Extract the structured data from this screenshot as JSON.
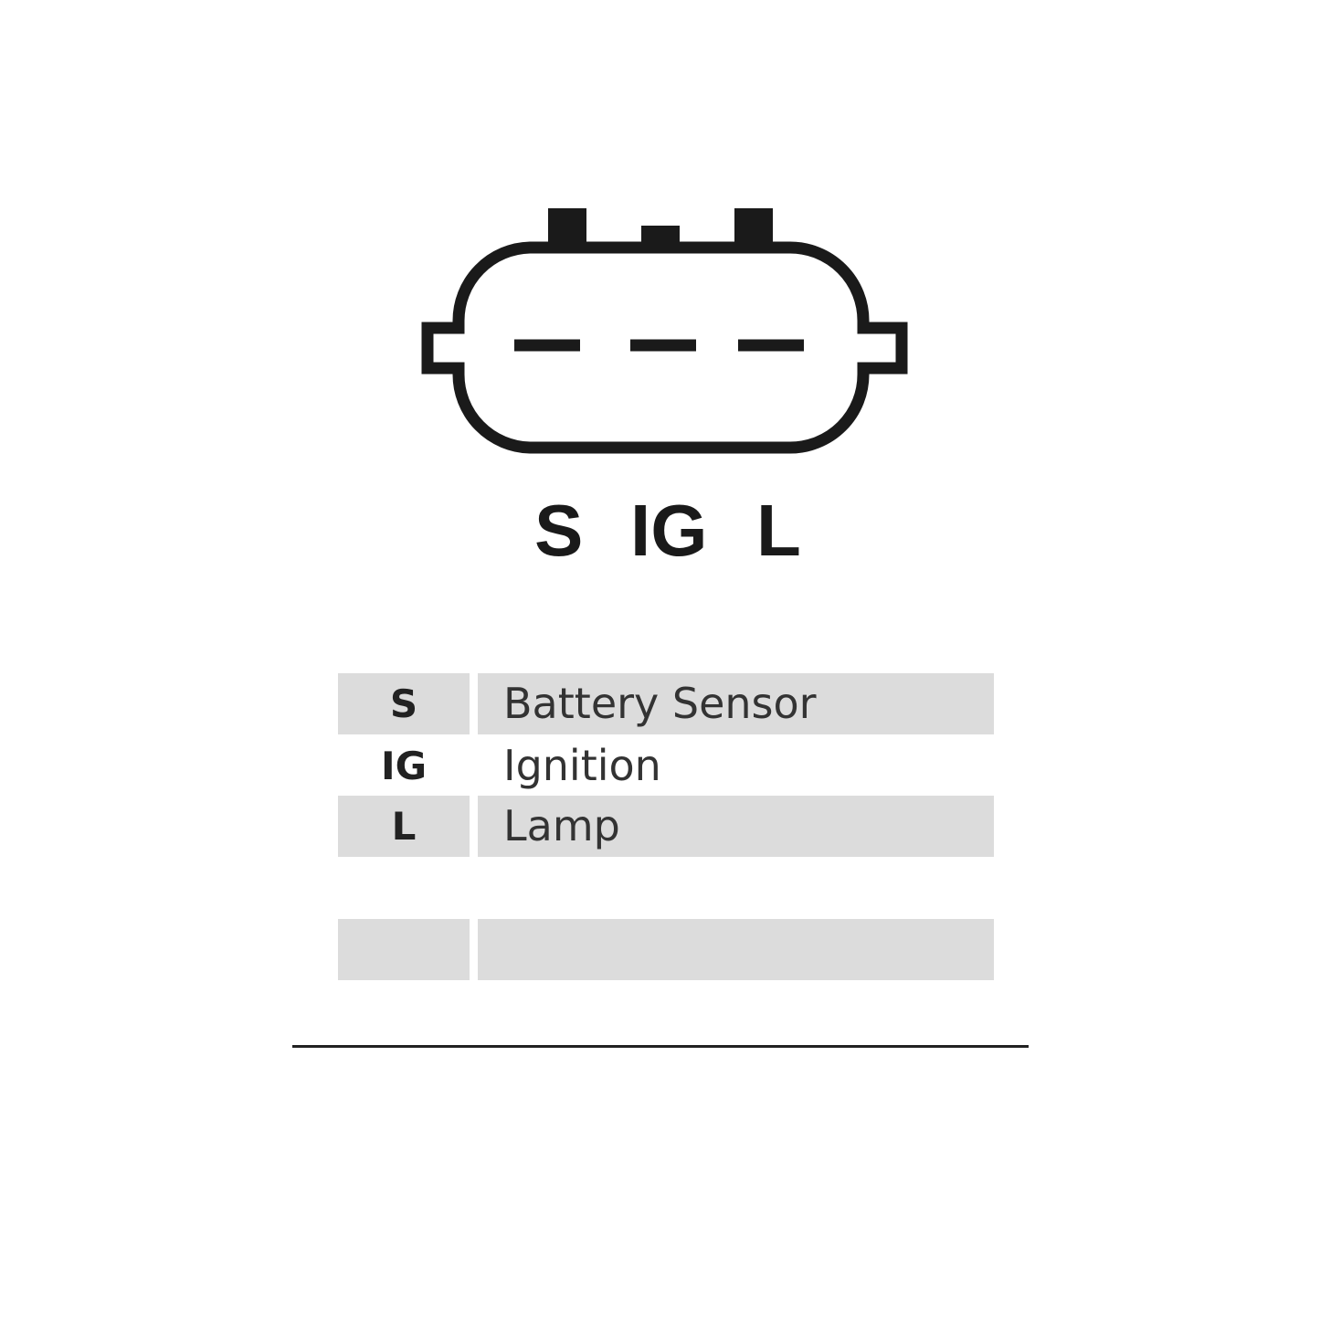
{
  "connector": {
    "labels": [
      "S",
      "IG",
      "L"
    ]
  },
  "table": [
    {
      "code": "S",
      "desc": "Battery Sensor"
    },
    {
      "code": "IG",
      "desc": "Ignition"
    },
    {
      "code": "L",
      "desc": "Lamp"
    },
    {
      "code": "",
      "desc": ""
    }
  ]
}
